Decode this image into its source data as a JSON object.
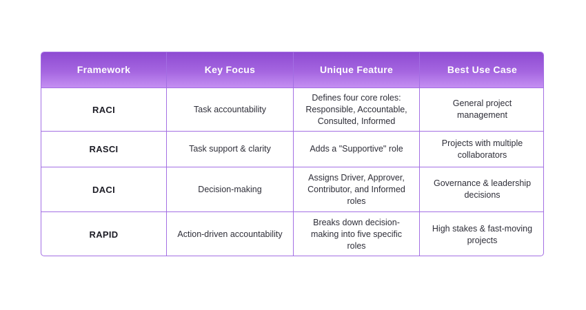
{
  "table": {
    "columns": [
      "Framework",
      "Key Focus",
      "Unique Feature",
      "Best Use Case"
    ],
    "rows": [
      {
        "cells": [
          "RACI",
          "Task accountability",
          "Defines four core roles: Responsible, Accountable, Consulted, Informed",
          "General project management"
        ]
      },
      {
        "cells": [
          "RASCI",
          "Task support & clarity",
          "Adds a \"Supportive\" role",
          "Projects with multiple collaborators"
        ]
      },
      {
        "cells": [
          "DACI",
          "Decision-making",
          "Assigns Driver, Approver, Contributor, and Informed roles",
          "Governance & leadership decisions"
        ]
      },
      {
        "cells": [
          "RAPID",
          "Action-driven accountability",
          "Breaks down decision-making into five specific roles",
          "High stakes & fast-moving projects"
        ]
      }
    ],
    "colors": {
      "header_gradient_top": "#8e4ad2",
      "header_gradient_bottom": "#c48ff2",
      "border": "#a36ee3",
      "header_text": "#ffffff",
      "body_text": "#2e2e38"
    }
  }
}
